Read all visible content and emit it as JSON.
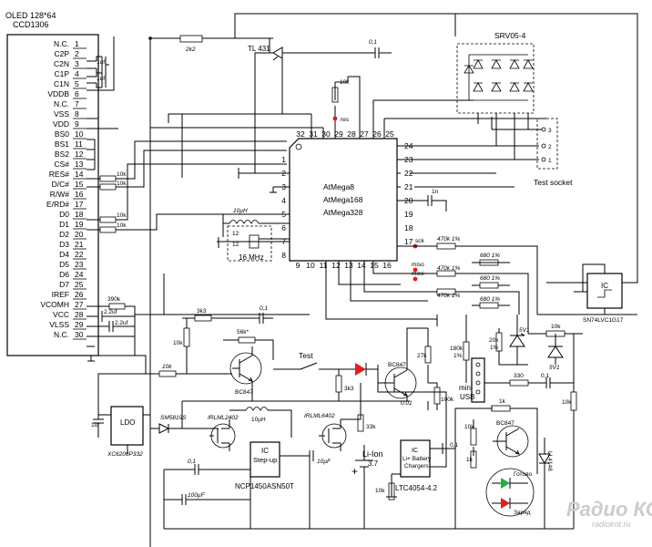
{
  "oled": {
    "title_1": "OLED 128*64",
    "title_2": "CCD1306",
    "pins": [
      {
        "n": "1",
        "name": "N.C."
      },
      {
        "n": "2",
        "name": "C2P"
      },
      {
        "n": "3",
        "name": "C2N"
      },
      {
        "n": "4",
        "name": "C1P"
      },
      {
        "n": "5",
        "name": "C1N"
      },
      {
        "n": "6",
        "name": "VDDB"
      },
      {
        "n": "7",
        "name": "N.C."
      },
      {
        "n": "8",
        "name": "VSS"
      },
      {
        "n": "9",
        "name": "VDD"
      },
      {
        "n": "10",
        "name": "BS0"
      },
      {
        "n": "11",
        "name": "BS1"
      },
      {
        "n": "12",
        "name": "BS2"
      },
      {
        "n": "13",
        "name": "CS#"
      },
      {
        "n": "14",
        "name": "RES#"
      },
      {
        "n": "15",
        "name": "D/C#"
      },
      {
        "n": "16",
        "name": "R/W#"
      },
      {
        "n": "17",
        "name": "E/RD#"
      },
      {
        "n": "18",
        "name": "D0"
      },
      {
        "n": "19",
        "name": "D1"
      },
      {
        "n": "20",
        "name": "D2"
      },
      {
        "n": "21",
        "name": "D3"
      },
      {
        "n": "22",
        "name": "D4"
      },
      {
        "n": "23",
        "name": "D5"
      },
      {
        "n": "24",
        "name": "D6"
      },
      {
        "n": "25",
        "name": "D7"
      },
      {
        "n": "26",
        "name": "IREF"
      },
      {
        "n": "27",
        "name": "VCOMH"
      },
      {
        "n": "28",
        "name": "VCC"
      },
      {
        "n": "29",
        "name": "VLSS"
      },
      {
        "n": "30",
        "name": "N.C."
      }
    ]
  },
  "mcu": {
    "names": [
      "AtMega8",
      "AtMega168",
      "AtMega328"
    ],
    "pins_top": [
      "32",
      "31",
      "30",
      "29",
      "28",
      "27",
      "26",
      "25"
    ],
    "pins_left": [
      "1",
      "2",
      "3",
      "4",
      "5",
      "6",
      "7",
      "8"
    ],
    "pins_bottom": [
      "9",
      "10",
      "11",
      "12",
      "13",
      "14",
      "15",
      "16"
    ],
    "pins_right": [
      "24",
      "23",
      "22",
      "21",
      "20",
      "19",
      "18",
      "17"
    ]
  },
  "labels": {
    "r_2k2": "2k2",
    "tl431": "TL 431",
    "c_top": "0,1",
    "r_10k_top": "10k",
    "res": "res",
    "srv": "SRV05-4",
    "test_socket": "Test socket",
    "sock_3": "3",
    "sock_2": "2",
    "sock_1": "1",
    "c_1uf_a": "1uf",
    "c_1uf_b": "1uf",
    "r_10k_res": "10k",
    "r_10k_dc": "10k",
    "r_10k_d0": "10k",
    "r_10k_d1": "10k",
    "inductor": "10µH",
    "crystal": "16 MHz",
    "xtal_12": "12",
    "xtal_12b": "12",
    "c_1n": "1n",
    "sck": "sck",
    "miso": "miso",
    "mosi": "mosi",
    "r_470k_a": "470k 1%",
    "r_470k_b": "470k 1%",
    "r_470k_c": "470k 1%",
    "r_680_a": "680 1%",
    "r_680_b": "680 1%",
    "r_680_c": "680 1%",
    "r_390k": "390k",
    "c_22uf_a": "2.2uf",
    "c_22uf_b": "2.2uf",
    "r_3k3_top": "3k3",
    "c_01_mid": "0,1",
    "r_56k": "56k*",
    "r_10k_mid": "10k",
    "r_10k_base": "10k",
    "test_btn": "Test",
    "bc847_a": "BC847",
    "bc847_b": "BC847",
    "bc847_c": "BC847",
    "r_3k3_led": "3k3",
    "r_27k": "27k",
    "c_001": "0.01",
    "r_100k": "100k",
    "r_180k": "180k\n1%",
    "r_180k_1": "180k",
    "r_180k_2": "1%",
    "r_20k_1": "20k",
    "r_20k_2": "1%",
    "zener_51v_a": "5V1",
    "zener_51v_b": "5V1",
    "mini_usb_1": "mini",
    "mini_usb_2": "USB",
    "r_330": "330",
    "c_01_usb": "0,1",
    "r_10k_sn": "10k",
    "r_10k_right": "10k",
    "r_1k_a": "1k",
    "r_1k_b": "1k",
    "r_10k_chg": "10k",
    "sn74": "SN74LVC1G17",
    "ldo": "LDO",
    "ldo_part": "XC6206P332",
    "c_ldo": "1uf",
    "sm5819": "SM5819S",
    "irlml2402": "IRLML2402",
    "irlml6402": "IRLML6402",
    "l_10uh": "10µH",
    "step_up_1": "IC",
    "step_up_2": "Step-up",
    "ncp": "NCP1450ASN50T",
    "c_01_su": "0,1",
    "c_100uf": "100µF",
    "c_10uf": "10µF",
    "r_33k": "33k",
    "liion_1": "Li-Ion",
    "liion_2": "3.7",
    "plus": "+",
    "chg_1": "IC",
    "chg_2": "Li+ Battery",
    "chg_3": "Chargers",
    "ltc": "LTC4054-4.2",
    "c_01_chg": "0,1",
    "ll4148": "LL4148",
    "led_green": "Готово",
    "led_red": "Заряд",
    "watermark": "Радио КОТ",
    "watermark_url": "radiokot.ru",
    "dot_mark": "•"
  },
  "colors": {
    "red_dot": "#d92020",
    "led_red": "#e02020",
    "led_green": "#20b040",
    "watermark": "#cccccc"
  }
}
